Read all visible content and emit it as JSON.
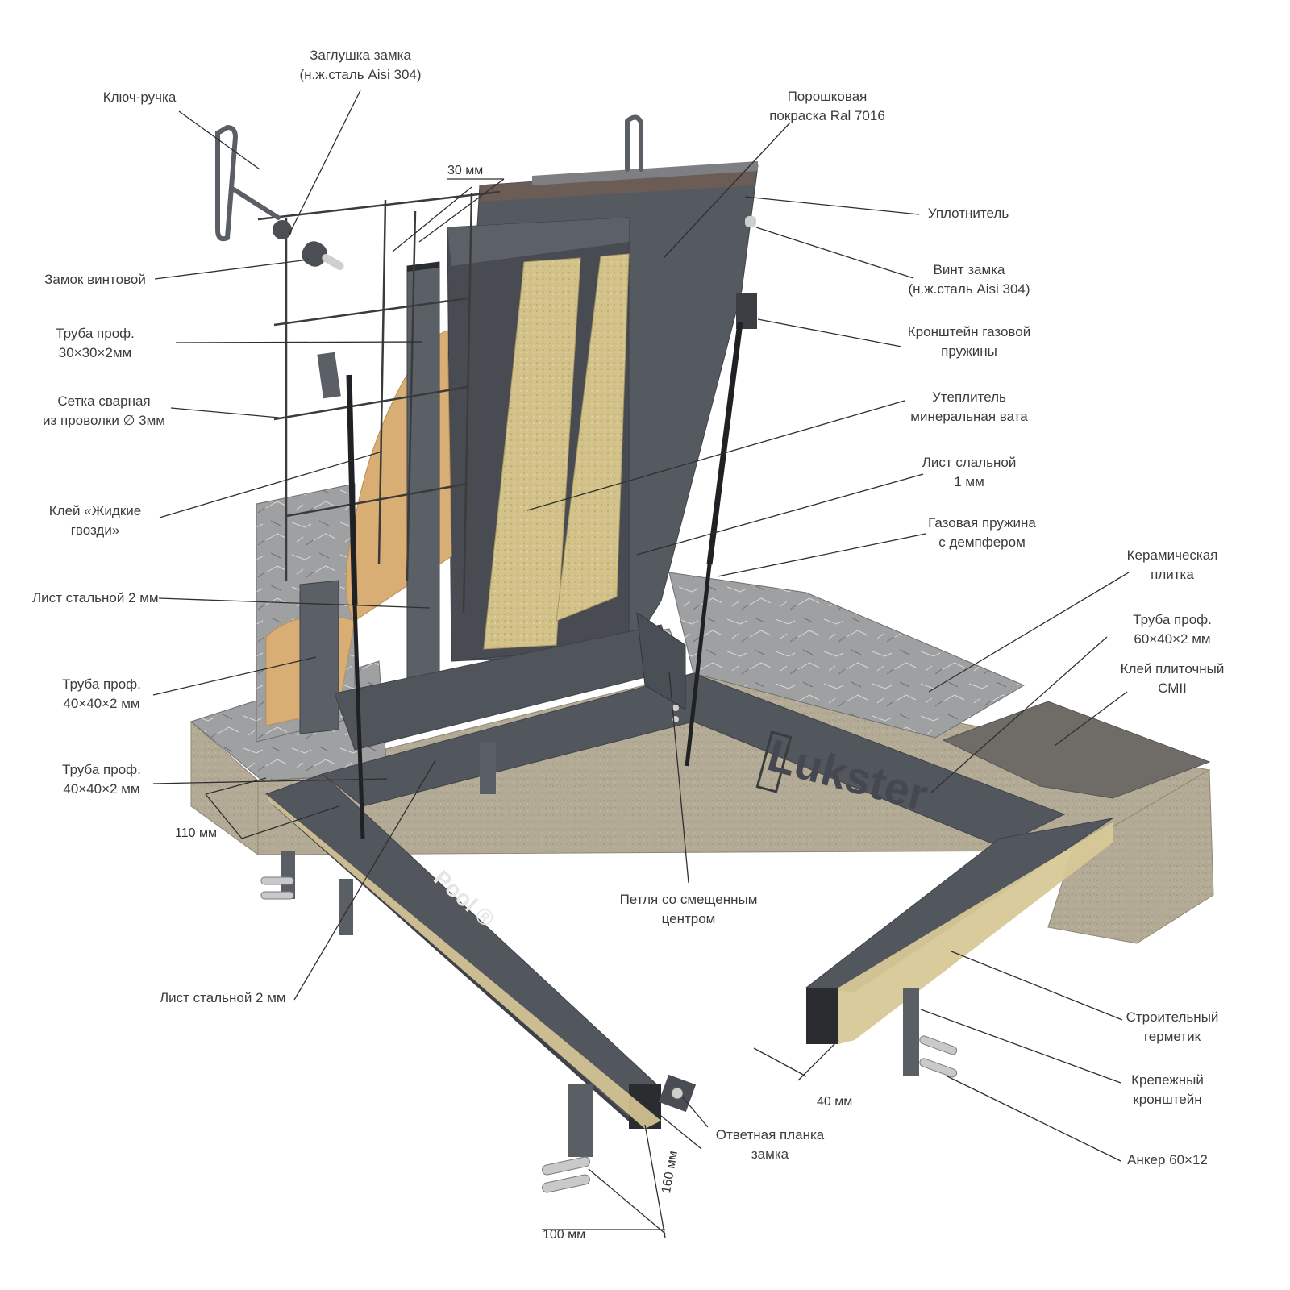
{
  "colors": {
    "steel": "#52565d",
    "steel_dark": "#3e4248",
    "steel_light": "#6b6f76",
    "insulation": "#d3c28a",
    "glue": "#d9ae74",
    "concrete": "#b3aa96",
    "tile": "#9a9c9e",
    "callout_line": "#2f2f2f",
    "text": "#3c3c3c"
  },
  "brand": {
    "logo_text": "Lukster",
    "product_mark": "Pool ®"
  },
  "labels": {
    "key_handle": "Ключ-ручка",
    "lock_cap": "Заглушка замка\n(н.ж.сталь Aisi 304)",
    "powder_paint": "Порошковая\nпокраска Ral 7016",
    "seal": "Уплотнитель",
    "lock_screw": "Винт замка\n(н.ж.сталь Aisi 304)",
    "screw_lock": "Замок винтовой",
    "tube_30": "Труба проф.\n30×30×2мм",
    "gas_spring_bracket": "Кронштейн газовой\nпружины",
    "welded_mesh": "Сетка сварная\nиз проволки ∅ 3мм",
    "insulation": "Утеплитель\nминеральная вата",
    "steel_sheet_1": "Лист слальной\n1 мм",
    "liquid_nails": "Клей «Жидкие\nгвозди»",
    "gas_spring": "Газовая пружина\nс демпфером",
    "ceramic_tile": "Керамическая\nплитка",
    "steel_sheet_2_top": "Лист стальной 2 мм",
    "tube_60": "Труба проф.\n60×40×2 мм",
    "tile_glue": "Клей плиточный\nСМII",
    "tube_40_a": "Труба проф.\n40×40×2 мм",
    "tube_40_b": "Труба проф.\n40×40×2 мм",
    "hinge": "Петля со смещенным\nцентром",
    "steel_sheet_2_bottom": "Лист стальной 2 мм",
    "sealant": "Строительный\nгерметик",
    "mounting_bracket": "Крепежный\nкронштейн",
    "strike_plate": "Ответная планка\nзамка",
    "anchor": "Анкер 60×12"
  },
  "dimensions": {
    "d30": "30 мм",
    "d110": "110 мм",
    "d40": "40 мм",
    "d160": "160 мм",
    "d100": "100 мм"
  }
}
